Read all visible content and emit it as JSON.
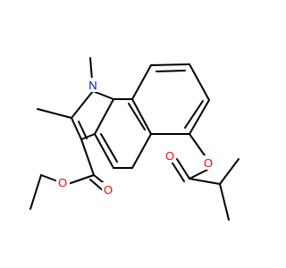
{
  "molecule": {
    "atom_labels": {
      "n1": "N",
      "o_ester_carbonyl": "O",
      "o_ester_ether": "O",
      "o_aryl_ether": "O",
      "o_acyl_carbonyl": "O"
    },
    "colors": {
      "bond": "#000000",
      "nitrogen": "#0000ff",
      "oxygen": "#ff0000",
      "background": "#ffffff"
    }
  }
}
